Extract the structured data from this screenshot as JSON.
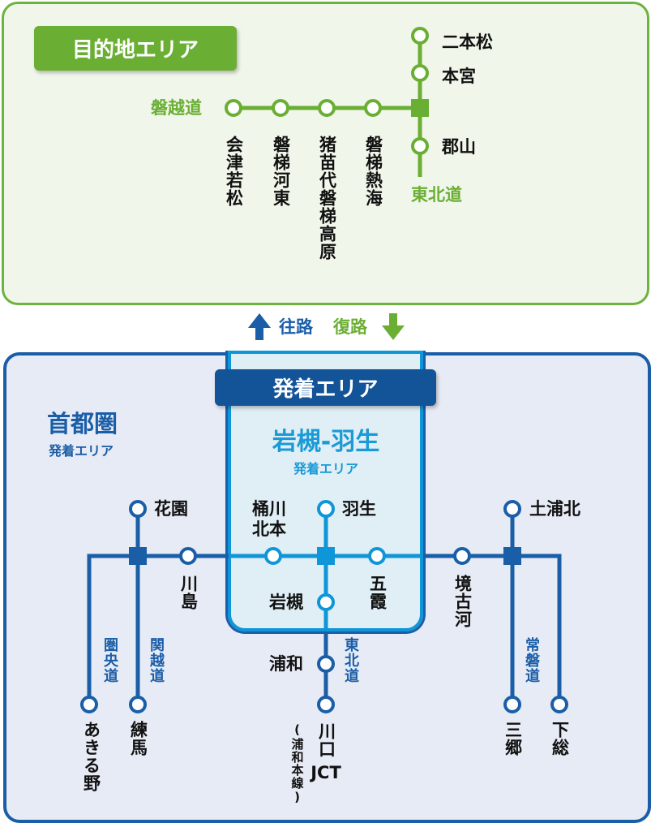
{
  "colors": {
    "green": "#6aaf34",
    "green_bg": "#f1f6ea",
    "navy": "#1a5ea8",
    "badge_navy": "#135398",
    "light_blue": "#0e96d8",
    "blue_bg": "#e7ebf5",
    "inner_bg": "#e0eef5"
  },
  "destination": {
    "title": "目的地エリア",
    "road_banetsu": "磐越道",
    "road_tohoku": "東北道",
    "stations_north": [
      "二本松",
      "本宮",
      "郡山"
    ],
    "stations_banetsu": [
      "会津若松",
      "磐梯河東",
      "猪苗代磐梯高原",
      "磐梯熱海"
    ]
  },
  "direction": {
    "outbound": "往路",
    "return": "復路"
  },
  "departure": {
    "title": "発着エリア",
    "metro_name": "首都圏",
    "metro_sub": "発着エリア",
    "local_name": "岩槻-羽生",
    "local_sub": "発着エリア",
    "stations": {
      "hanazono": "花園",
      "kawajima": "川島",
      "okegawa": "桶川\n北本",
      "okegawa_1": "桶川",
      "okegawa_2": "北本",
      "hanyu": "羽生",
      "iwatsuki": "岩槻",
      "goka": "五霞",
      "sakaikoga": "境古河",
      "tsuchiura": "土浦北",
      "urawa": "浦和",
      "akiruno": "あきる野",
      "nerima": "練馬",
      "kawaguchi": "川口",
      "jct": "JCT",
      "kawaguchi_note": "(浦和本線)",
      "misato": "三郷",
      "shimofusa": "下総"
    },
    "roads": {
      "kenodo": "圏央道",
      "kanetsu": "関越道",
      "tohoku": "東北道",
      "joban": "常磐道"
    }
  }
}
